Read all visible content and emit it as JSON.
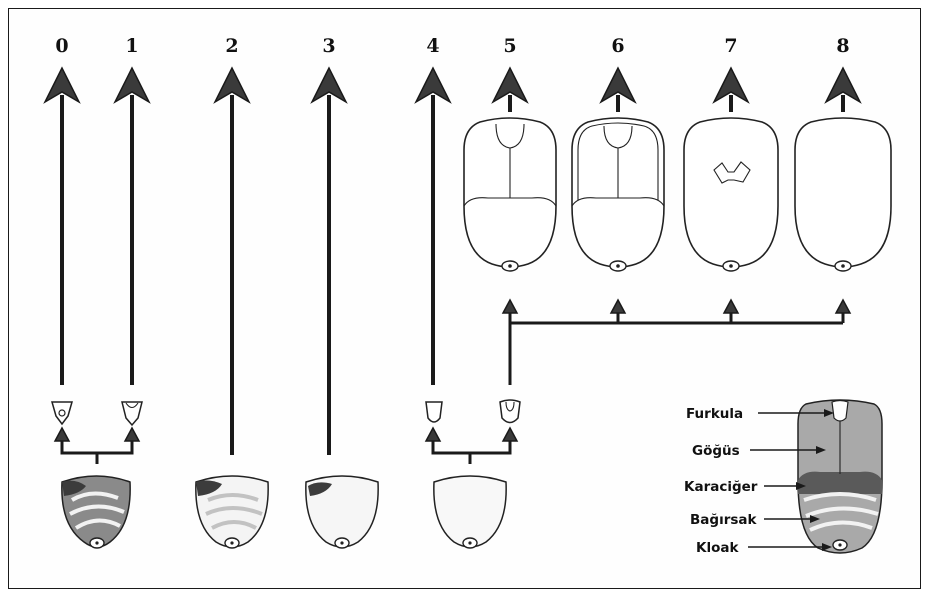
{
  "stages": [
    "0",
    "1",
    "2",
    "3",
    "4",
    "5",
    "6",
    "7",
    "8"
  ],
  "labels": {
    "furkula": "Furkula",
    "gogus": "Göğüs",
    "karaciger": "Karaciğer",
    "bagirsak": "Bağırsak",
    "kloak": "Kloak"
  },
  "colors": {
    "arrow": "#3a3a3a",
    "line": "#1a1a1a",
    "yolk_dark": "#4a4a4a",
    "yolk_light": "#bdbdbd",
    "breast": "#a9a9a9",
    "egg_fill": "#f6f6f6"
  }
}
